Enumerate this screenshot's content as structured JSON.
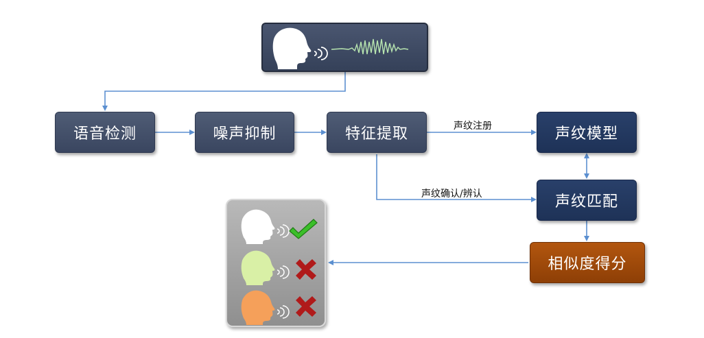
{
  "diagram": {
    "input": {
      "icon": "speaking-head-with-waveform-icon"
    },
    "steps": [
      {
        "id": "voice-detection",
        "label": "语音检测"
      },
      {
        "id": "noise-suppression",
        "label": "噪声抑制"
      },
      {
        "id": "feature-extraction",
        "label": "特征提取"
      }
    ],
    "model_label": "声纹模型",
    "match_label": "声纹匹配",
    "score_label": "相似度得分",
    "edge_labels": {
      "enroll": "声纹注册",
      "verify": "声纹确认/辨认"
    },
    "speakers": [
      {
        "icon": "speaking-head-icon",
        "color": "#ffffff",
        "result_icon": "check-icon",
        "result_color": "#3bbf2a"
      },
      {
        "icon": "speaking-head-icon",
        "color": "#d9f0a6",
        "result_icon": "cross-icon",
        "result_color": "#b01a1a"
      },
      {
        "icon": "speaking-head-icon",
        "color": "#f5a05a",
        "result_icon": "cross-icon",
        "result_color": "#b01a1a"
      }
    ],
    "colors": {
      "arrow": "#5b8fd0",
      "step_box": "#3f4b64",
      "model_box": "#22375f",
      "score_box": "#9a4708"
    }
  }
}
